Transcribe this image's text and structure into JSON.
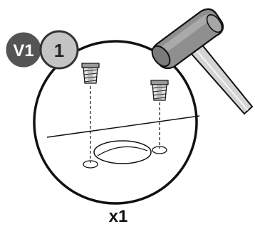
{
  "badge": {
    "variant_label": "V1",
    "step_label": "1",
    "variant_color": "#545454",
    "step_color": "#c4c4c4"
  },
  "quantity_label": "x1",
  "icons": {
    "tool": "hammer-icon",
    "part_left": "threaded-insert-icon",
    "part_right": "threaded-insert-icon"
  },
  "colors": {
    "outline": "#111111",
    "hammer_head": "#8f8f8f",
    "hammer_handle": "#d0d0d0"
  }
}
